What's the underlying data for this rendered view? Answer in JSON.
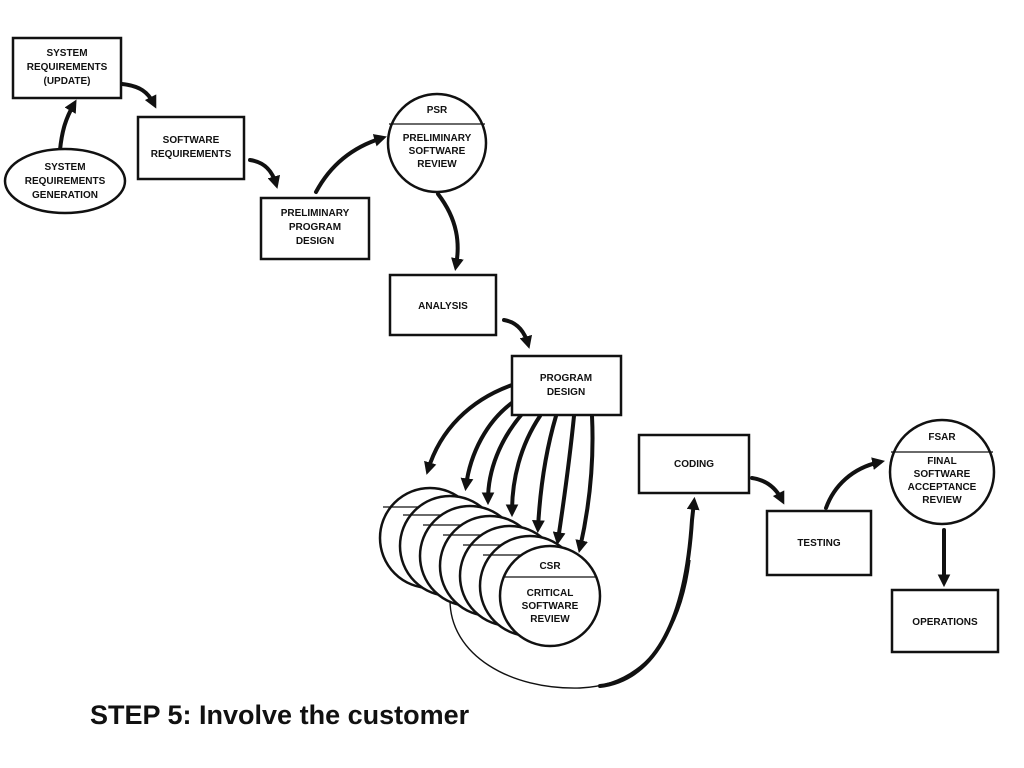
{
  "nodes": {
    "sys_req_update": [
      "SYSTEM",
      "REQUIREMENTS",
      "(UPDATE)"
    ],
    "sys_req_gen": [
      "SYSTEM",
      "REQUIREMENTS",
      "GENERATION"
    ],
    "sw_req": [
      "SOFTWARE",
      "REQUIREMENTS"
    ],
    "prelim_design": [
      "PRELIMINARY",
      "PROGRAM",
      "DESIGN"
    ],
    "psr": {
      "abbr": "PSR",
      "lines": [
        "PRELIMINARY",
        "SOFTWARE",
        "REVIEW"
      ]
    },
    "analysis": [
      "ANALYSIS"
    ],
    "program_design": [
      "PROGRAM",
      "DESIGN"
    ],
    "csr": {
      "abbr": "CSR",
      "lines": [
        "CRITICAL",
        "SOFTWARE",
        "REVIEW"
      ]
    },
    "coding": [
      "CODING"
    ],
    "testing": [
      "TESTING"
    ],
    "fsar": {
      "abbr": "FSAR",
      "lines": [
        "FINAL",
        "SOFTWARE",
        "ACCEPTANCE",
        "REVIEW"
      ]
    },
    "operations": [
      "OPERATIONS"
    ]
  },
  "caption": "STEP 5: Involve the customer"
}
